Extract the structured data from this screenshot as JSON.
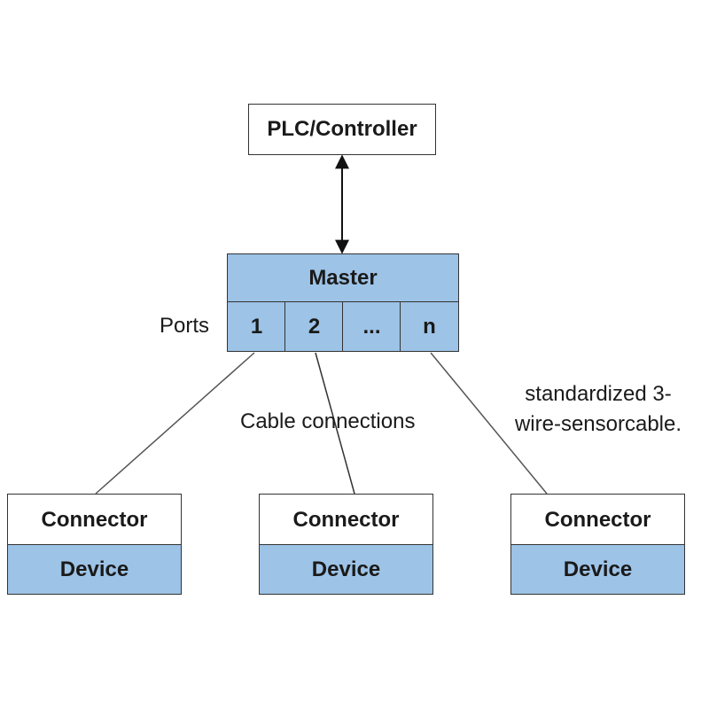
{
  "controller": {
    "label": "PLC/Controller"
  },
  "master": {
    "label": "Master",
    "ports_label": "Ports",
    "ports": [
      "1",
      "2",
      "...",
      "n"
    ],
    "fill_color": "#9dc3e6"
  },
  "annotations": {
    "cable_connections": "Cable connections",
    "cable_standard_line1": "standardized 3-",
    "cable_standard_line2": "wire-sensorcable."
  },
  "devices": [
    {
      "connector_label": "Connector",
      "device_label": "Device"
    },
    {
      "connector_label": "Connector",
      "device_label": "Device"
    },
    {
      "connector_label": "Connector",
      "device_label": "Device"
    }
  ]
}
